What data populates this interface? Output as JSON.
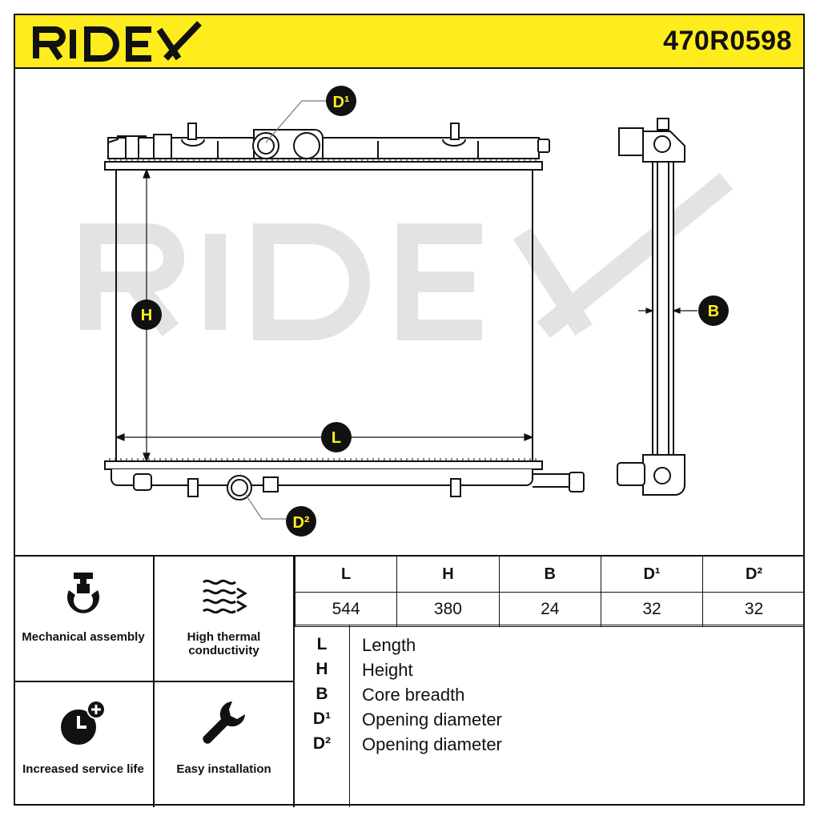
{
  "header": {
    "brand": "RIDEX",
    "part_number": "470R0598",
    "background_color": "#ffec1c"
  },
  "drawing": {
    "watermark": "RIDEX",
    "callouts": {
      "d1": "D¹",
      "d2": "D²",
      "h": "H",
      "l": "L",
      "b": "B"
    }
  },
  "features": [
    {
      "icon": "wrench-clamp-icon",
      "label": "Mechanical assembly"
    },
    {
      "icon": "heat-waves-icon",
      "label": "High thermal conductivity"
    },
    {
      "icon": "clock-plus-icon",
      "label": "Increased service life"
    },
    {
      "icon": "wrench-icon",
      "label": "Easy installation"
    }
  ],
  "dimensions": {
    "headers": [
      "L",
      "H",
      "B",
      "D¹",
      "D²"
    ],
    "values": [
      "544",
      "380",
      "24",
      "32",
      "32"
    ]
  },
  "legend": [
    {
      "symbol": "L",
      "text": "Length"
    },
    {
      "symbol": "H",
      "text": "Height"
    },
    {
      "symbol": "B",
      "text": "Core breadth"
    },
    {
      "symbol": "D¹",
      "text": "Opening diameter"
    },
    {
      "symbol": "D²",
      "text": "Opening diameter"
    }
  ]
}
